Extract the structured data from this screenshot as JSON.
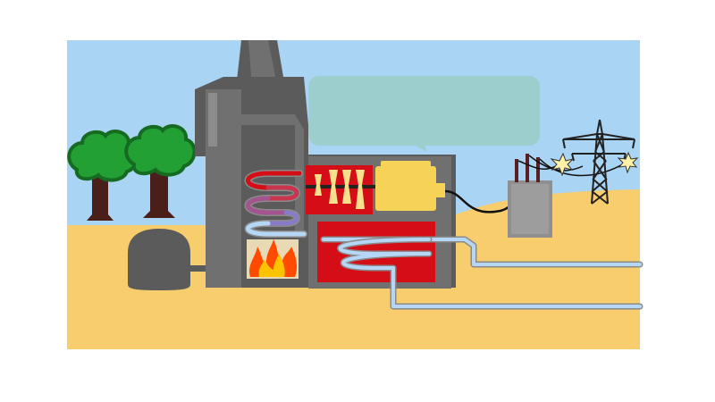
{
  "colors": {
    "page_background": "#ffffff",
    "sky": "#a9d4f3",
    "ground": "#f7cd6e",
    "tree_foliage": "#22a033",
    "tree_foliage_dark": "#166b22",
    "tree_trunk": "#4a1f19",
    "building_dark": "#5b5b5b",
    "building_mid": "#707070",
    "building_light": "#8c8c8c",
    "smoke_panel": "#9ccecd",
    "boiler_red": "#d40d17",
    "turbine_blade": "#f6e08c",
    "generator_yellow": "#f6d257",
    "transformer_grey": "#8f8f8f",
    "pylon": "#222222",
    "pipe_outline": "#8a8a8a",
    "pipe_fill": "#b5d7f5",
    "flame_outer": "#ff4a00",
    "flame_inner": "#ffc400",
    "furnace_bg": "#e7dab5",
    "spark": "#fff2a6"
  },
  "components": [
    {
      "id": "sky",
      "icon": "sky-background"
    },
    {
      "id": "ground",
      "icon": "ground-terrain"
    },
    {
      "id": "tree-left",
      "icon": "tree-icon"
    },
    {
      "id": "tree-right",
      "icon": "tree-icon"
    },
    {
      "id": "fuel-tank",
      "icon": "fuel-tank-icon"
    },
    {
      "id": "chimney",
      "icon": "chimney-icon"
    },
    {
      "id": "smoke-panel",
      "icon": "smoke-cloud-panel"
    },
    {
      "id": "power-station",
      "icon": "power-station-building"
    },
    {
      "id": "furnace",
      "icon": "flame-icon"
    },
    {
      "id": "boiler-coil",
      "icon": "heating-coil-icon"
    },
    {
      "id": "turbine",
      "icon": "turbine-icon"
    },
    {
      "id": "generator",
      "icon": "generator-icon"
    },
    {
      "id": "condenser",
      "icon": "condenser-icon"
    },
    {
      "id": "cooling-pipes",
      "icon": "water-pipe-icon"
    },
    {
      "id": "transformer",
      "icon": "transformer-icon"
    },
    {
      "id": "pylon",
      "icon": "power-pylon-icon"
    },
    {
      "id": "sparks",
      "icon": "electric-spark-icon"
    }
  ]
}
